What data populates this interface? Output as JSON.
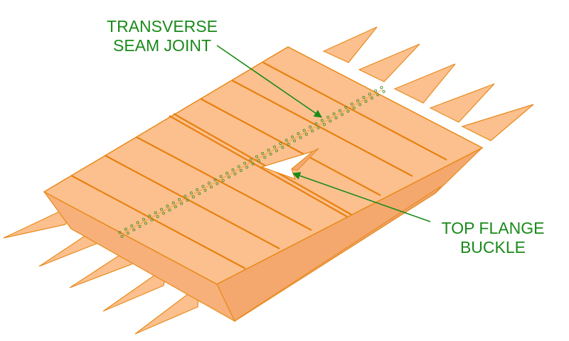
{
  "labels": {
    "seam_line1": "TRANSVERSE",
    "seam_line2": "SEAM JOINT",
    "buckle_line1": "TOP FLANGE",
    "buckle_line2": "BUCKLE"
  },
  "colors": {
    "deck_fill": "#fcc08e",
    "deck_edge": "#e88a1a",
    "deck_side": "#f7b07a",
    "rib": "#e8800f",
    "bolt": "#4e8f2e",
    "callout": "#1a8a1a",
    "background": "#ffffff"
  }
}
